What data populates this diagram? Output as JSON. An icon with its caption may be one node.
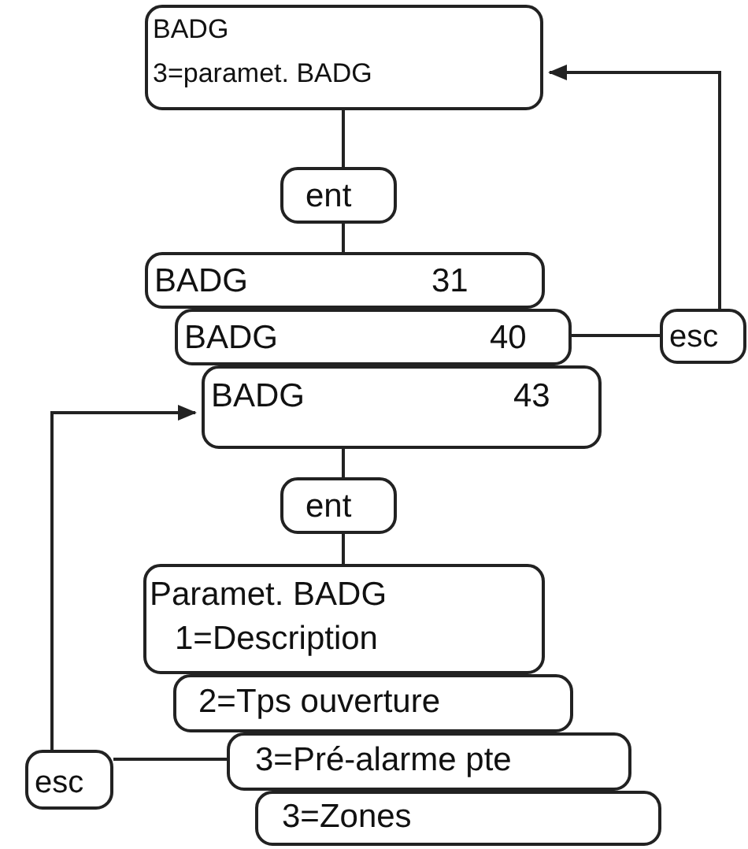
{
  "diagram": {
    "nodes": [
      {
        "text": [
          "BADG",
          "3=paramet. BADG"
        ]
      },
      {
        "text": [
          "ent"
        ]
      },
      {
        "text": [
          "BADG",
          "31"
        ]
      },
      {
        "text": [
          "BADG",
          "40"
        ]
      },
      {
        "text": [
          "BADG",
          "43"
        ]
      },
      {
        "text": [
          "esc"
        ]
      },
      {
        "text": [
          "ent"
        ]
      },
      {
        "text": [
          "Paramet. BADG",
          "1=Description"
        ]
      },
      {
        "text": [
          "2=Tps ouverture"
        ]
      },
      {
        "text": [
          "3=Pré-alarme pte"
        ]
      },
      {
        "text": [
          "3=Zones"
        ]
      },
      {
        "text": [
          "esc"
        ]
      }
    ],
    "edges": [
      {
        "from": 0,
        "to": 1,
        "arrow": "none"
      },
      {
        "from": 1,
        "to": 2,
        "arrow": "none"
      },
      {
        "from": 3,
        "to": 5,
        "arrow": "none"
      },
      {
        "from": 5,
        "to": 0,
        "arrow": "to"
      },
      {
        "from": 4,
        "to": 6,
        "arrow": "none"
      },
      {
        "from": 6,
        "to": 7,
        "arrow": "none"
      },
      {
        "from": 9,
        "to": 11,
        "arrow": "none"
      },
      {
        "from": 11,
        "to": 4,
        "arrow": "to"
      }
    ]
  }
}
